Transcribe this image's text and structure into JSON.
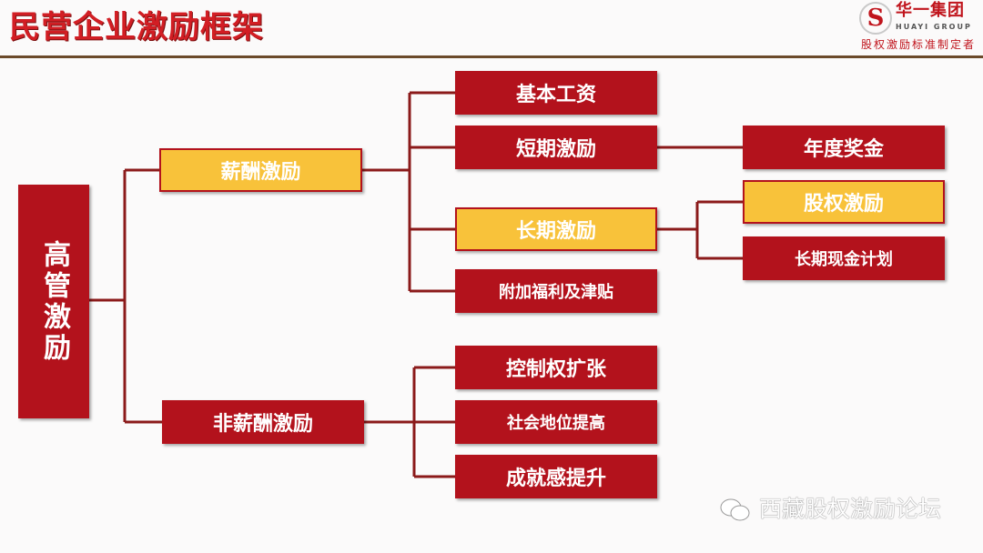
{
  "title": "民营企业激励框架",
  "logo": {
    "name_cn": "华一集团",
    "name_en": "HUAYI GROUP",
    "tagline": "股权激励标准制定者"
  },
  "colors": {
    "red": "#b3121c",
    "yellow": "#f8c23a",
    "line": "#8b1a1a"
  },
  "root": "高管激励",
  "level1": [
    "薪酬激励",
    "非薪酬激励"
  ],
  "salary_children": [
    "基本工资",
    "短期激励",
    "长期激励",
    "附加福利及津贴"
  ],
  "nonsalary_children": [
    "控制权扩张",
    "社会地位提高",
    "成就感提升"
  ],
  "short_term_children": [
    "年度奖金"
  ],
  "long_term_children": [
    "股权激励",
    "长期现金计划"
  ],
  "watermark": "西藏股权激励论坛"
}
